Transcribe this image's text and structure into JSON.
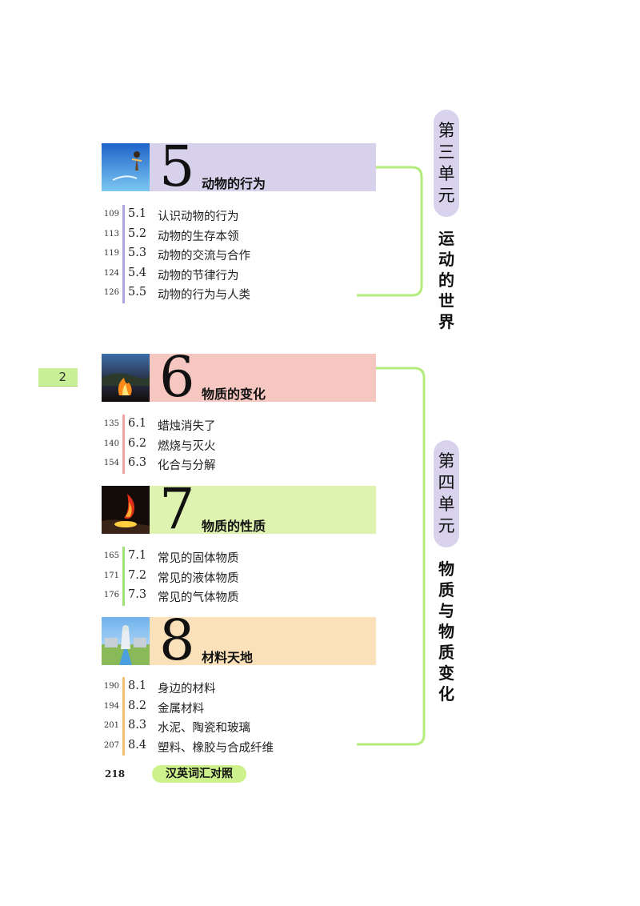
{
  "page_number": "2",
  "colors": {
    "band_ch5": "#d8d1ec",
    "band_ch6": "#f6c7c0",
    "band_ch7": "#dff3b1",
    "band_ch8": "#fae1b9",
    "bracket": "#b4ec7c",
    "unit_pill": "#d9d2ec",
    "glossary_pill": "#cdf28d"
  },
  "units": [
    {
      "label_chars": [
        "第",
        "三",
        "单",
        "元"
      ],
      "title_chars": [
        "运",
        "动",
        "的",
        "世",
        "界"
      ]
    },
    {
      "label_chars": [
        "第",
        "四",
        "单",
        "元"
      ],
      "title_chars": [
        "物",
        "质",
        "与",
        "物",
        "质",
        "变",
        "化"
      ]
    }
  ],
  "chapters": [
    {
      "number": "5",
      "title": "动物的行为",
      "photo_icon": "bird-photo-icon",
      "sections": [
        {
          "page": "109",
          "num": "5.1",
          "title": "认识动物的行为"
        },
        {
          "page": "113",
          "num": "5.2",
          "title": "动物的生存本领"
        },
        {
          "page": "119",
          "num": "5.3",
          "title": "动物的交流与合作"
        },
        {
          "page": "124",
          "num": "5.4",
          "title": "动物的节律行为"
        },
        {
          "page": "126",
          "num": "5.5",
          "title": "动物的行为与人类"
        }
      ]
    },
    {
      "number": "6",
      "title": "物质的变化",
      "photo_icon": "fire-photo-icon",
      "sections": [
        {
          "page": "135",
          "num": "6.1",
          "title": "蜡烛消失了"
        },
        {
          "page": "140",
          "num": "6.2",
          "title": "燃烧与灭火"
        },
        {
          "page": "154",
          "num": "6.3",
          "title": "化合与分解"
        }
      ]
    },
    {
      "number": "7",
      "title": "物质的性质",
      "photo_icon": "molten-metal-photo-icon",
      "sections": [
        {
          "page": "165",
          "num": "7.1",
          "title": "常见的固体物质"
        },
        {
          "page": "171",
          "num": "7.2",
          "title": "常见的液体物质"
        },
        {
          "page": "176",
          "num": "7.3",
          "title": "常见的气体物质"
        }
      ]
    },
    {
      "number": "8",
      "title": "材料天地",
      "photo_icon": "building-photo-icon",
      "sections": [
        {
          "page": "190",
          "num": "8.1",
          "title": "身边的材料"
        },
        {
          "page": "194",
          "num": "8.2",
          "title": "金属材料"
        },
        {
          "page": "201",
          "num": "8.3",
          "title": "水泥、陶瓷和玻璃"
        },
        {
          "page": "207",
          "num": "8.4",
          "title": "塑料、橡胶与合成纤维"
        }
      ]
    }
  ],
  "glossary": {
    "page": "218",
    "label": "汉英词汇对照"
  }
}
